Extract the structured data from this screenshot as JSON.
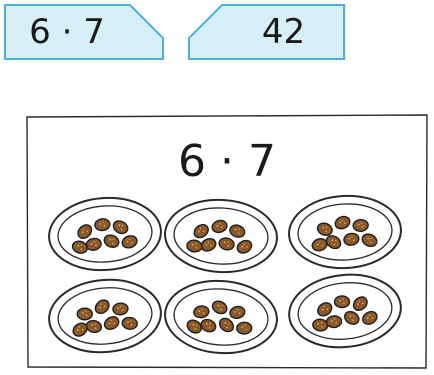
{
  "cards": {
    "expression": "6 · 7",
    "result": "42"
  },
  "picture": {
    "title": "6 · 7",
    "groups": 6,
    "items_per_group": 7
  },
  "colors": {
    "card_fill": "#d6eef6",
    "card_border": "#4fb0d6",
    "bean_fill": "#8a5a2e",
    "bean_speck": "#e0b040",
    "plate_stroke": "#2a2a2a"
  }
}
